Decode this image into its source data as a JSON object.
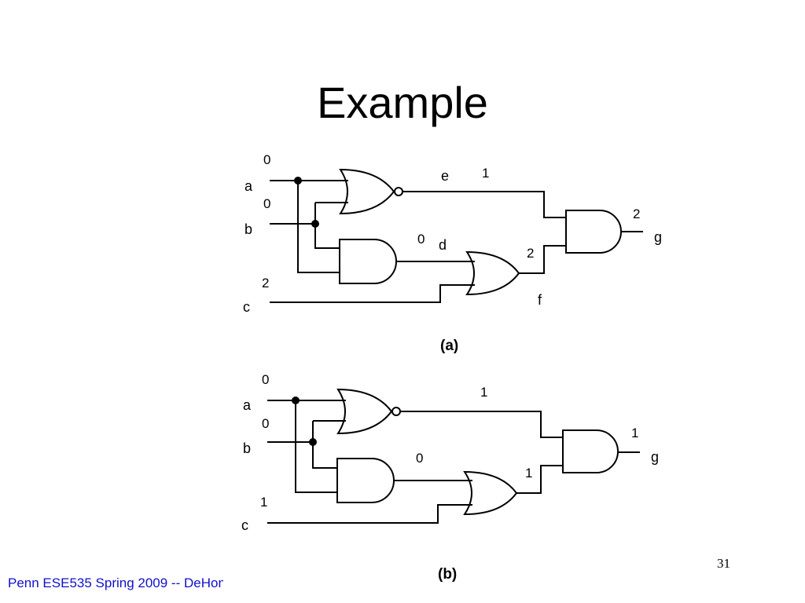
{
  "slide": {
    "title": "Example",
    "footer": "Penn ESE535 Spring 2009 -- DeHon",
    "page_number": "31"
  },
  "colors": {
    "footer_text": "#1010c8"
  },
  "figures": [
    {
      "caption": "(a)",
      "inputs": [
        {
          "name": "a",
          "value": "0"
        },
        {
          "name": "b",
          "value": "0"
        },
        {
          "name": "c",
          "value": "2"
        }
      ],
      "nets": [
        {
          "name": "e",
          "value": "1"
        },
        {
          "name": "d",
          "value": "0"
        },
        {
          "name": "f",
          "value": "2"
        }
      ],
      "output": {
        "name": "g",
        "value": "2"
      }
    },
    {
      "caption": "(b)",
      "inputs": [
        {
          "name": "a",
          "value": "0"
        },
        {
          "name": "b",
          "value": "0"
        },
        {
          "name": "c",
          "value": "1"
        }
      ],
      "nets": [
        {
          "name": "",
          "value": "1"
        },
        {
          "name": "",
          "value": "0"
        },
        {
          "name": "",
          "value": "1"
        }
      ],
      "output": {
        "name": "g",
        "value": "1"
      }
    }
  ]
}
